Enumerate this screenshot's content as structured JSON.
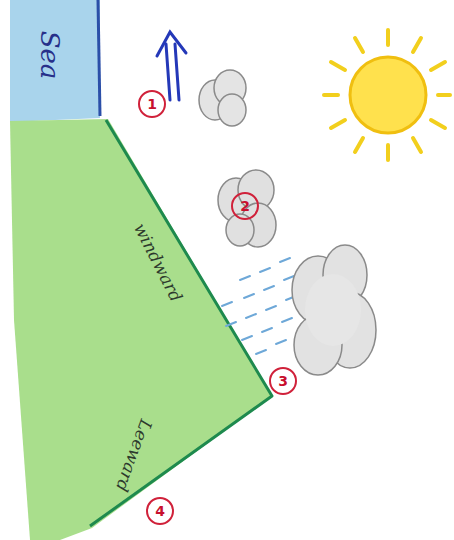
{
  "diagram": {
    "nodes": [
      {
        "text": [
          "Sea"
        ]
      },
      {
        "text": [
          "1"
        ]
      },
      {
        "text": [
          "2"
        ]
      },
      {
        "text": [
          "3"
        ]
      },
      {
        "text": [
          "4"
        ]
      }
    ],
    "labels": [
      "windward",
      "Leeward"
    ]
  }
}
